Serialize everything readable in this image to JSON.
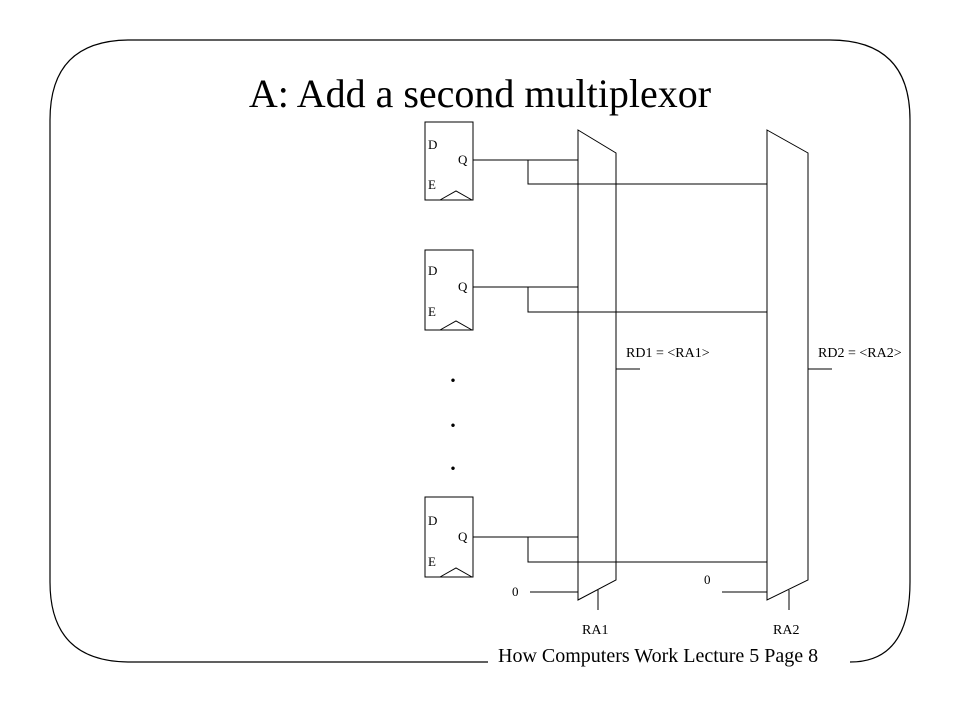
{
  "slide": {
    "title": "A: Add a second multiplexor",
    "footer": "How Computers Work Lecture 5 Page 8"
  },
  "registers": [
    {
      "d_label": "D",
      "q_label": "Q",
      "e_label": "E"
    },
    {
      "d_label": "D",
      "q_label": "Q",
      "e_label": "E"
    },
    {
      "d_label": "D",
      "q_label": "Q",
      "e_label": "E"
    }
  ],
  "ellipsis_dots": [
    "·",
    "·",
    "·"
  ],
  "mux1": {
    "output_label": "RD1 = <RA1>",
    "select_label": "RA1",
    "constant_input": "0"
  },
  "mux2": {
    "output_label": "RD2 = <RA2>",
    "select_label": "RA2",
    "constant_input": "0"
  }
}
